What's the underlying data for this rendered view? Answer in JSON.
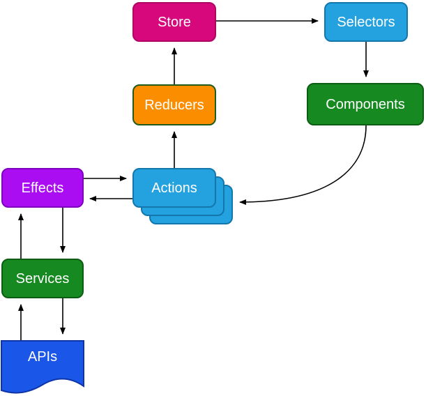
{
  "diagram": {
    "kind": "state-management-flow",
    "background": "#FFFFFF",
    "label_color": "#FFFFFF",
    "arrow_color": "#000000",
    "nodes": {
      "store": {
        "label": "Store",
        "fill": "#D6087C",
        "border": "#B00663",
        "shape": "rounded-rect"
      },
      "selectors": {
        "label": "Selectors",
        "fill": "#24A1DF",
        "border": "#1377AC",
        "shape": "rounded-rect"
      },
      "components": {
        "label": "Components",
        "fill": "#168A21",
        "border": "#0C5C12",
        "shape": "rounded-rect"
      },
      "reducers": {
        "label": "Reducers",
        "fill": "#FB8D00",
        "border": "#205B1C",
        "shape": "rounded-rect"
      },
      "actions": {
        "label": "Actions",
        "fill": "#24A1DF",
        "border": "#1377AC",
        "shape": "stacked-rounded-rect",
        "stack_count": 3
      },
      "effects": {
        "label": "Effects",
        "fill": "#AA0DF2",
        "border": "#7D00C0",
        "shape": "rounded-rect"
      },
      "services": {
        "label": "Services",
        "fill": "#168A21",
        "border": "#0C5C12",
        "shape": "rounded-rect"
      },
      "apis": {
        "label": "APIs",
        "fill": "#1A56E8",
        "border": "#0E35A8",
        "shape": "document"
      }
    },
    "edges": [
      {
        "from": "store",
        "to": "selectors"
      },
      {
        "from": "selectors",
        "to": "components"
      },
      {
        "from": "components",
        "to": "actions"
      },
      {
        "from": "actions",
        "to": "reducers"
      },
      {
        "from": "reducers",
        "to": "store"
      },
      {
        "from": "effects",
        "to": "actions"
      },
      {
        "from": "actions",
        "to": "effects"
      },
      {
        "from": "effects",
        "to": "services"
      },
      {
        "from": "services",
        "to": "effects"
      },
      {
        "from": "services",
        "to": "apis"
      },
      {
        "from": "apis",
        "to": "services"
      }
    ]
  }
}
